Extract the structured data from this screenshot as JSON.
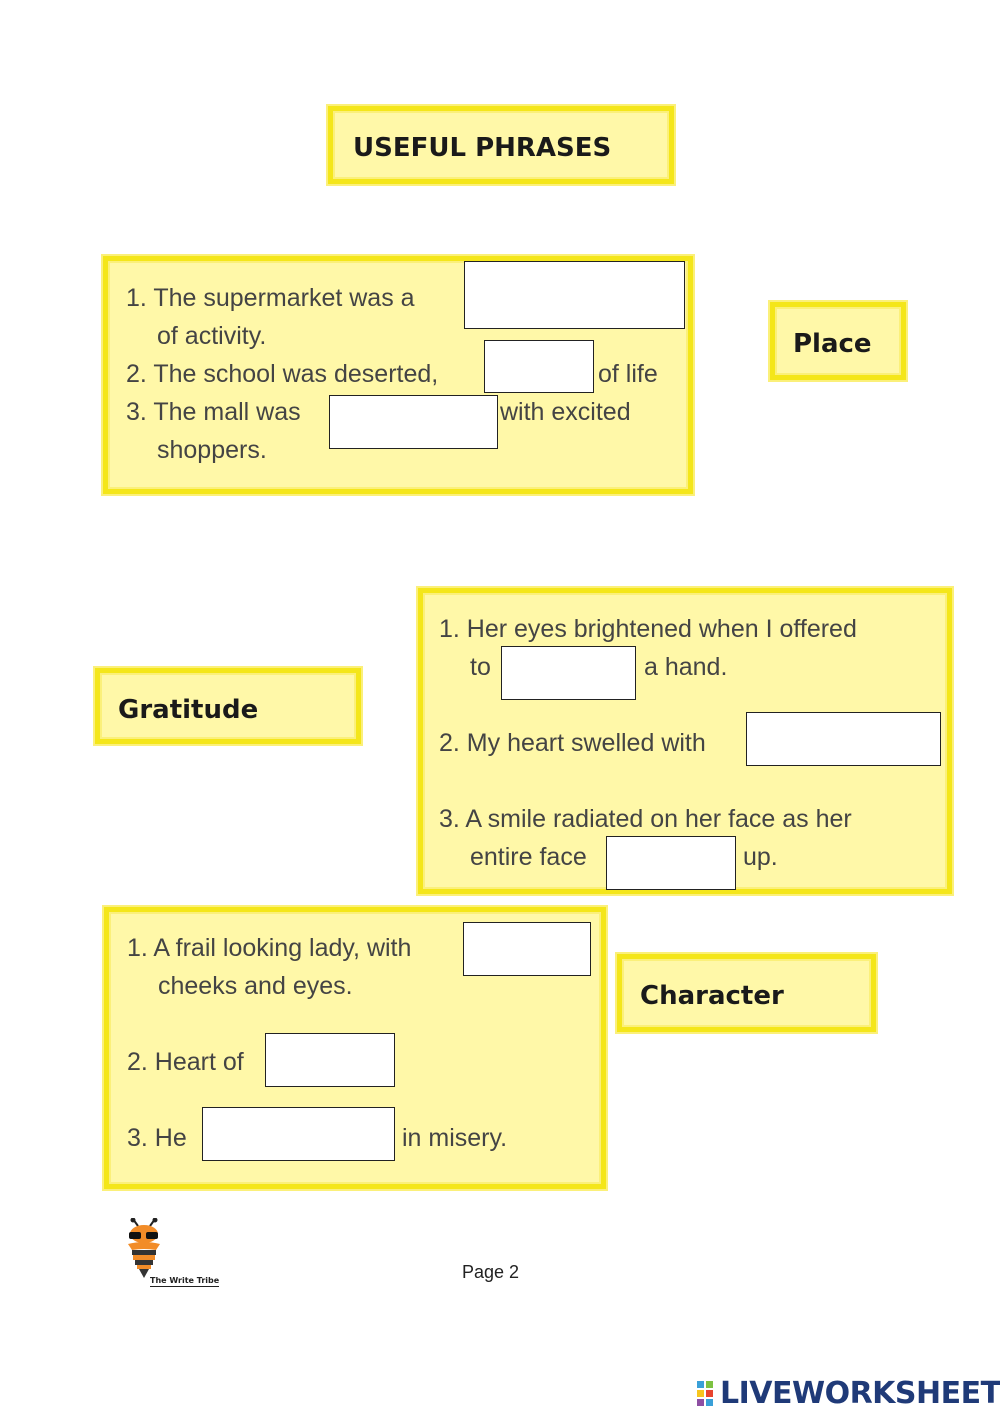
{
  "titles": {
    "useful_phrases": "USEFUL PHRASES",
    "place": "Place",
    "gratitude": "Gratitude",
    "character": "Character"
  },
  "place": {
    "l1_pre": "1. The supermarket was a",
    "l1_cont": "of activity.",
    "l2_pre": "2. The school was deserted,",
    "l2_post": "of life",
    "l3_pre": "3. The mall was",
    "l3_post": "with excited",
    "l3_cont": "shoppers."
  },
  "gratitude": {
    "l1_pre": "1. Her eyes brightened when I offered",
    "l1_to": "to",
    "l1_post": "a hand.",
    "l2_pre": "2. My heart swelled with",
    "l3_pre": "3. A smile radiated on her face as her",
    "l3_cont": "entire face",
    "l3_post": "up."
  },
  "character": {
    "l1_pre": "1. A frail looking lady, with",
    "l1_cont": "cheeks and eyes.",
    "l2_pre": "2. Heart of",
    "l3_pre": "3. He",
    "l3_post": "in misery."
  },
  "footer": {
    "page": "Page 2",
    "logo_text": "The Write Tribe",
    "brand": "LIVEWORKSHEETS"
  },
  "colors": {
    "box_fill": "#fff8a8",
    "box_border": "#f4e61a",
    "brand_blue": "#1f3a78"
  }
}
